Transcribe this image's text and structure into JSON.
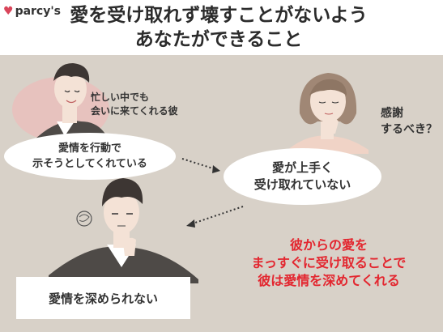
{
  "logo": {
    "text": "parcy's"
  },
  "title": {
    "line1": "愛を受け取れず壊すことがないよう",
    "line2": "あなたができること"
  },
  "man_top": {
    "note_line1": "忙しい中でも",
    "note_line2": "会いに来てくれる彼"
  },
  "bubble_left": {
    "line1": "愛情を行動で",
    "line2": "示そうとしてくれている"
  },
  "woman": {
    "note_line1": "感謝",
    "note_line2": "するべき？"
  },
  "bubble_right": {
    "line1": "愛が上手く",
    "line2": "受け取れていない"
  },
  "box": {
    "text": "愛情を深められない"
  },
  "conclusion": {
    "line1": "彼からの愛を",
    "line2": "まっすぐに受け取ることで",
    "line3": "彼は愛情を深めてくれる"
  },
  "colors": {
    "background": "#d8d1c8",
    "accent_red": "#e3262f",
    "logo_heart": "#d9455a"
  }
}
